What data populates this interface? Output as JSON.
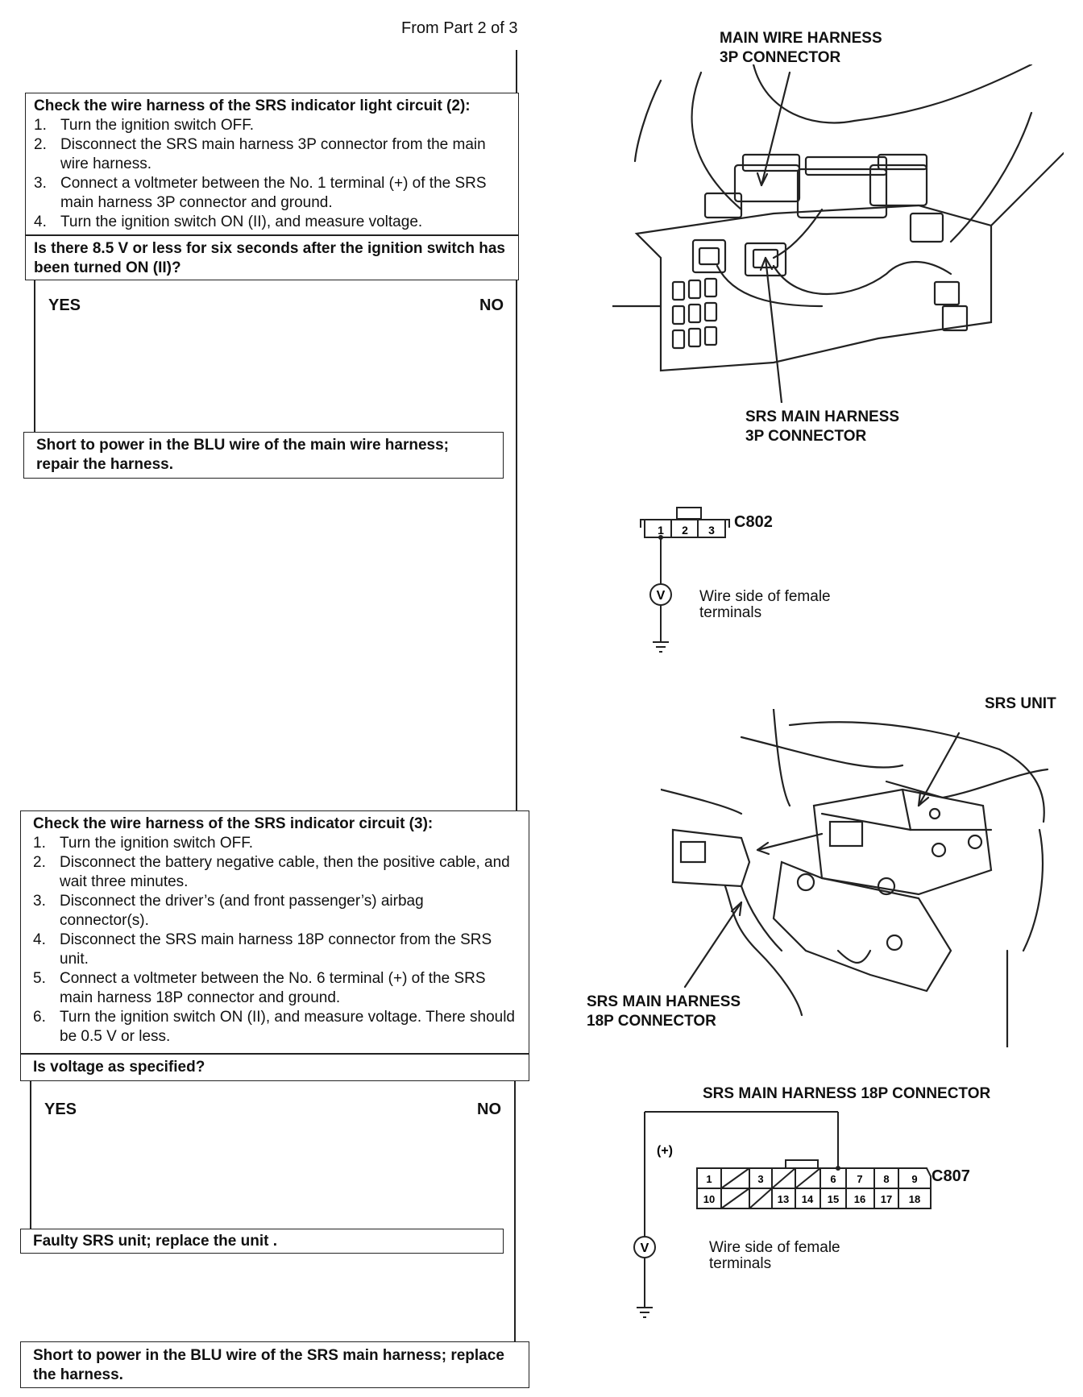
{
  "header": {
    "from_text": "From Part 2 of 3"
  },
  "step2": {
    "title": "Check the wire harness of the SRS indicator light circuit (2):",
    "steps": [
      {
        "num": "1.",
        "text": "Turn the ignition switch OFF."
      },
      {
        "num": "2.",
        "text": "Disconnect the SRS main harness 3P connector from the main wire harness."
      },
      {
        "num": "3.",
        "text": "Connect a voltmeter between the No. 1 terminal (+) of the SRS main harness 3P connector and ground."
      },
      {
        "num": "4.",
        "text": "Turn the ignition switch ON (II), and measure voltage."
      }
    ],
    "question": "Is there 8.5 V or less for six seconds after the ignition switch has been turned ON (II)?",
    "yes": "YES",
    "no": "NO",
    "yes_result": "Short to power in the BLU wire of the main wire harness; repair the harness."
  },
  "step3": {
    "title": "Check the wire harness of the SRS indicator circuit (3):",
    "steps": [
      {
        "num": "1.",
        "text": "Turn the ignition switch OFF."
      },
      {
        "num": "2.",
        "text": "Disconnect the battery negative cable, then the positive cable, and wait three minutes."
      },
      {
        "num": "3.",
        "text": "Disconnect the driver’s (and front passenger’s) airbag connector(s)."
      },
      {
        "num": "4.",
        "text": "Disconnect the SRS main harness 18P connector from the SRS unit."
      },
      {
        "num": "5.",
        "text": "Connect a voltmeter between the No. 6 terminal (+) of the SRS main harness 18P connector and ground."
      },
      {
        "num": "6.",
        "text": "Turn the ignition switch ON (II), and measure voltage. There should be 0.5 V or less."
      }
    ],
    "question": "Is voltage as specified?",
    "yes": "YES",
    "no": "NO",
    "yes_result": "Faulty SRS unit; replace the unit .",
    "no_result": "Short to power in the BLU wire of the SRS main harness; replace the harness."
  },
  "figure1": {
    "label_top_line1": "MAIN WIRE HARNESS",
    "label_top_line2": "3P CONNECTOR",
    "label_bottom_line1": "SRS MAIN HARNESS",
    "label_bottom_line2": "3P CONNECTOR"
  },
  "schematic1": {
    "connector_id": "C802",
    "terminals": [
      "1",
      "2",
      "3"
    ],
    "meter": "V",
    "note_line1": "Wire side of female",
    "note_line2": "terminals"
  },
  "figure2": {
    "label_unit": "SRS UNIT",
    "label_conn_line1": "SRS MAIN HARNESS",
    "label_conn_line2": "18P CONNECTOR"
  },
  "schematic2": {
    "title": "SRS MAIN HARNESS 18P CONNECTOR",
    "connector_id": "C807",
    "polarity": "(+)",
    "top_row": [
      "1",
      "",
      "3",
      "",
      "",
      "6",
      "7",
      "8",
      "9"
    ],
    "bottom_row": [
      "10",
      "",
      "",
      "13",
      "14",
      "15",
      "16",
      "17",
      "18"
    ],
    "meter": "V",
    "note_line1": "Wire side of female",
    "note_line2": "terminals"
  }
}
